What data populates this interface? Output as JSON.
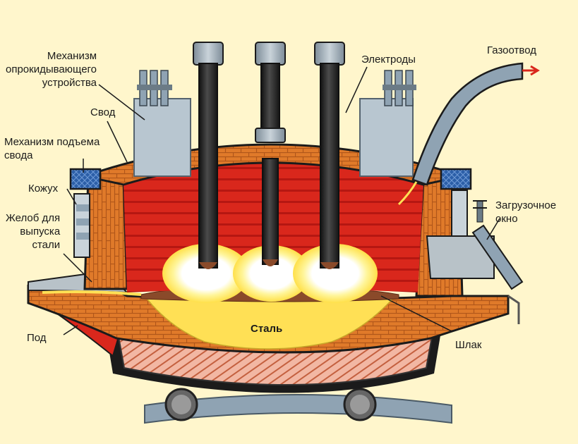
{
  "labels": {
    "tilt_mechanism": [
      "Механизм",
      "опрокидывающего",
      "устройства"
    ],
    "roof": "Свод",
    "roof_lift_mechanism": [
      "Механизм подъема",
      "свода"
    ],
    "casing": "Кожух",
    "tap_spout": [
      "Желоб для",
      "выпуска",
      "стали"
    ],
    "hearth": "Под",
    "electrodes": "Электроды",
    "gas_outlet": "Газоотвод",
    "charging_door": [
      "Загрузочное",
      "окно"
    ],
    "steel": "Сталь",
    "slag": "Шлак"
  },
  "colors": {
    "background": "#fff6cc",
    "brick": "#e07a2a",
    "mortar": "#b85a18",
    "flame": "#d9271c",
    "steel_melt": "#ffe055",
    "slag": "#8a4a2a",
    "shell": "#1b1b1b",
    "metal": "#9fb0bd",
    "electrode": "#2b2b2b",
    "arc": "#ffffff",
    "water_cooling": "#2c5fa8"
  }
}
